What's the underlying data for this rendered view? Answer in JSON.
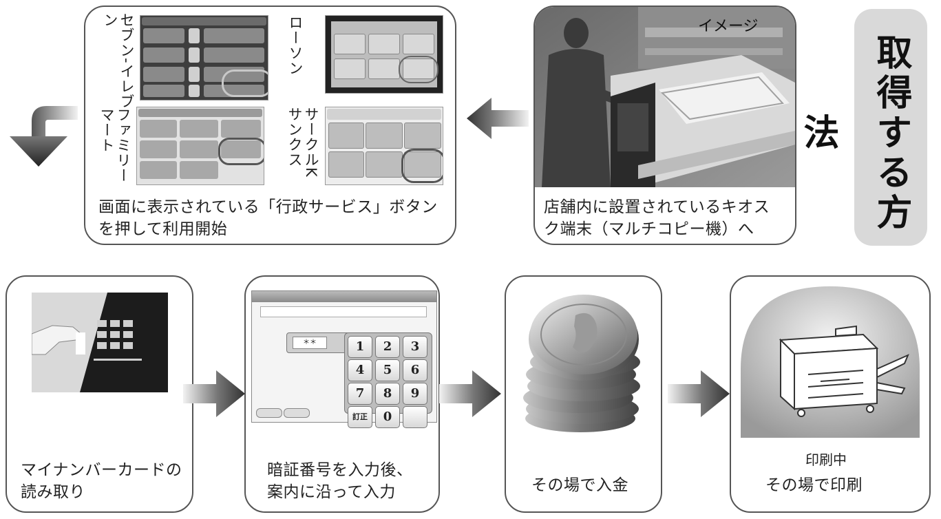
{
  "title": "取得する方法",
  "top_left": {
    "stores": [
      {
        "name": "セブン-イレブン"
      },
      {
        "name": "ローソン"
      },
      {
        "name": "ファミリーマート"
      },
      {
        "name": "サークルK サンクス"
      }
    ],
    "caption_line1": "画面に表示されている「行政サービス」ボタン",
    "caption_line2": "を押して利用開始"
  },
  "top_right": {
    "image_label": "イメージ",
    "caption_line1": "店舗内に設置されているキオス",
    "caption_line2": "ク端末（マルチコピー機）へ"
  },
  "steps": [
    {
      "caption_line1": "マイナンバーカードの",
      "caption_line2": "読み取り"
    },
    {
      "caption_line1": "暗証番号を入力後、",
      "caption_line2": "案内に沿って入力"
    },
    {
      "caption": "その場で入金"
    },
    {
      "label": "印刷中",
      "caption": "その場で印刷"
    }
  ],
  "keypad": {
    "keys": [
      "1",
      "2",
      "3",
      "4",
      "5",
      "6",
      "7",
      "8",
      "9",
      "訂正",
      "0",
      ""
    ],
    "pin_display": "＊＊"
  },
  "colors": {
    "box_border": "#555555",
    "title_pill": "#d9d9d9",
    "arrow_dark": "#333333",
    "arrow_light": "#d0d0d0"
  }
}
